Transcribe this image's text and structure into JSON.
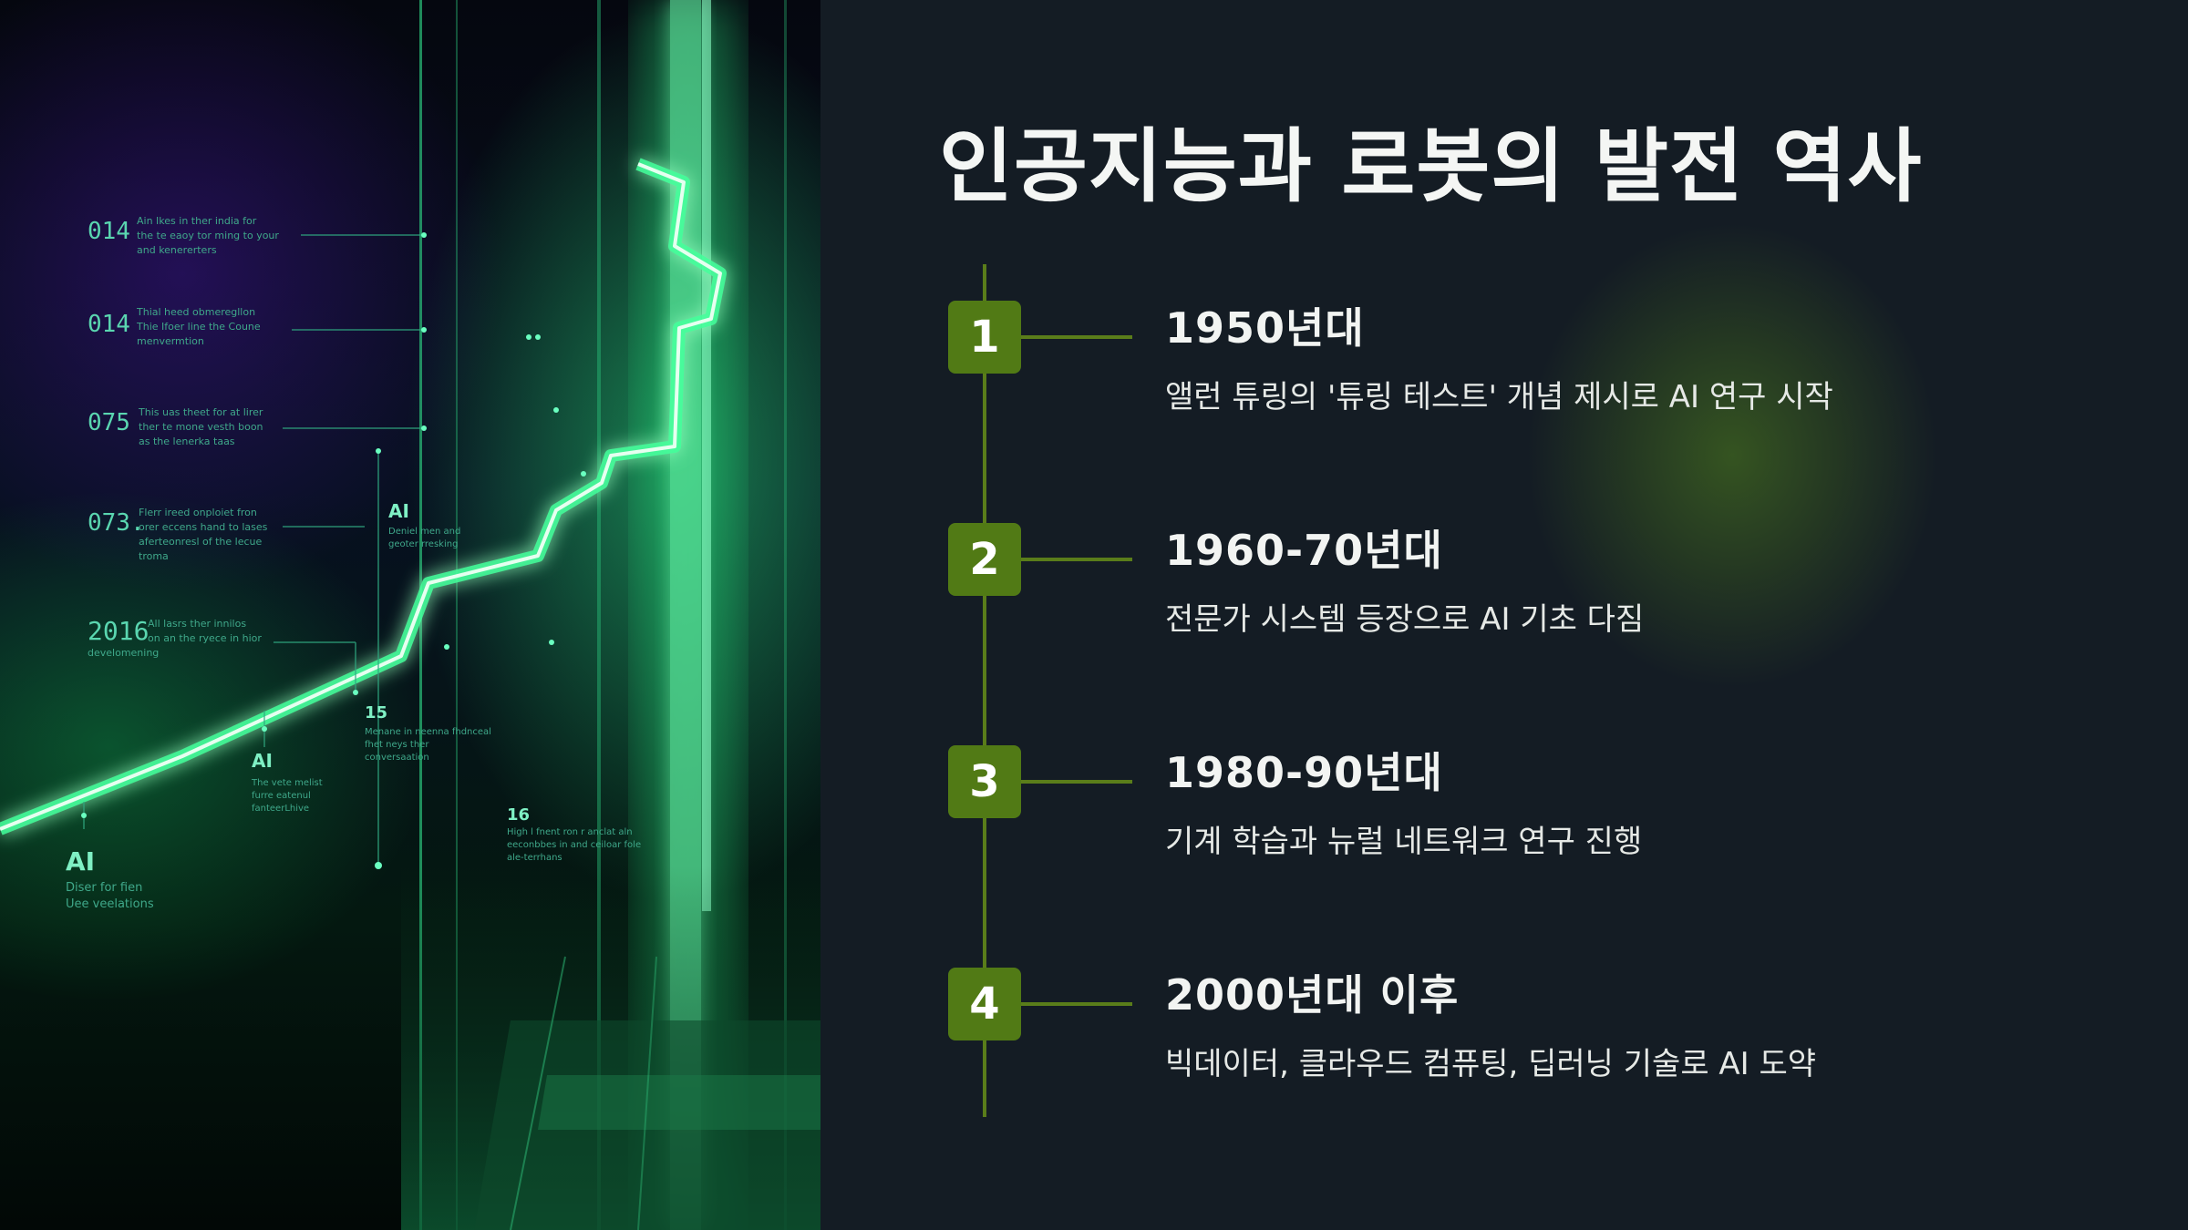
{
  "slide": {
    "title": "인공지능과 로봇의 발전 역사",
    "accent_color": "#517a15",
    "background_color": "#141c24"
  },
  "timeline": [
    {
      "number": "1",
      "period": "1950년대",
      "description": "앨런 튜링의 '튜링 테스트' 개념 제시로 AI 연구 시작"
    },
    {
      "number": "2",
      "period": "1960-70년대",
      "description": "전문가 시스템 등장으로 AI 기초 다짐"
    },
    {
      "number": "3",
      "period": "1980-90년대",
      "description": "기계 학습과 뉴럴 네트워크 연구 진행"
    },
    {
      "number": "4",
      "period": "2000년대 이후",
      "description": "빅데이터, 클라우드 컴퓨팅, 딥러닝 기술로 AI 도약"
    }
  ],
  "hero_image": {
    "labels": [
      {
        "num": "014",
        "lines": [
          "Ain Ikes in ther india for",
          "the te eaoy tor ming to your",
          "and kenererters"
        ]
      },
      {
        "num": "014",
        "lines": [
          "Thial heed obmeregllon",
          "Thie Ifoer line the Coune",
          "menvermtion"
        ]
      },
      {
        "num": "075",
        "lines": [
          "This uas theet for at lirer",
          "ther te mone vesth boon",
          "as the lenerka taas"
        ]
      },
      {
        "num": "073.",
        "lines": [
          "Flerr ireed onploiet fron",
          "orer eccens hand to lases",
          "aferteonresl of the lecue",
          "troma"
        ]
      },
      {
        "num": "2016",
        "lines": [
          "All lasrs ther innilos",
          "on an the ryece in hior",
          "develomening"
        ]
      }
    ],
    "ai_markers": [
      {
        "head": "AI",
        "lines": [
          "Diser for fien",
          "Uee veelations"
        ]
      },
      {
        "head": "AI",
        "lines": [
          "The vete melist",
          "furre eatenul",
          "fanteerLhive"
        ]
      },
      {
        "head": "15",
        "lines": [
          "Menane in neenna fhdnceal",
          "fhet neys ther",
          "conversaation"
        ]
      },
      {
        "head": "AI",
        "lines": [
          "Deniel men and",
          "geoter rresking"
        ]
      },
      {
        "head": "16",
        "lines": [
          "High l fnent ron r anclat aln",
          "eeconbbes in and ceiloar fole",
          "ale-terrhans"
        ]
      }
    ]
  }
}
